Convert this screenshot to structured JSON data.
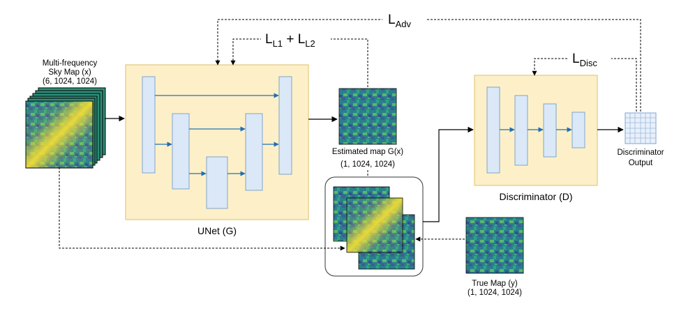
{
  "input": {
    "line1": "Multi-frequency",
    "line2": "Sky Map (x)",
    "line3": "(6, 1024, 1024)"
  },
  "unet": {
    "label": "UNet (G)"
  },
  "estimated": {
    "line1": "Estimated map G(x)",
    "line2": "(1, 1024, 1024)"
  },
  "true_map": {
    "line1": "True Map (y)",
    "line2": "(1, 1024, 1024)"
  },
  "discriminator": {
    "label": "Discriminator (D)"
  },
  "disc_output": {
    "line1": "Discriminator",
    "line2": "Output"
  },
  "losses": {
    "adv_main": "L",
    "adv_sub": "Adv",
    "l1_main": "L",
    "l1_sub": "L1",
    "plus": " + ",
    "l2_main": "L",
    "l2_sub": "L2",
    "disc_main": "L",
    "disc_sub": "Disc"
  },
  "colors": {
    "panel_fill": "#fdf0c8",
    "panel_stroke": "#e3c77d",
    "block_fill": "#dbe8f7",
    "block_stroke": "#7fa3cc",
    "skip_arrow": "#1f6fb5",
    "map_dark": "#2a6f8e",
    "map_mid": "#1f9a8a",
    "map_bright": "#f7e13a"
  }
}
